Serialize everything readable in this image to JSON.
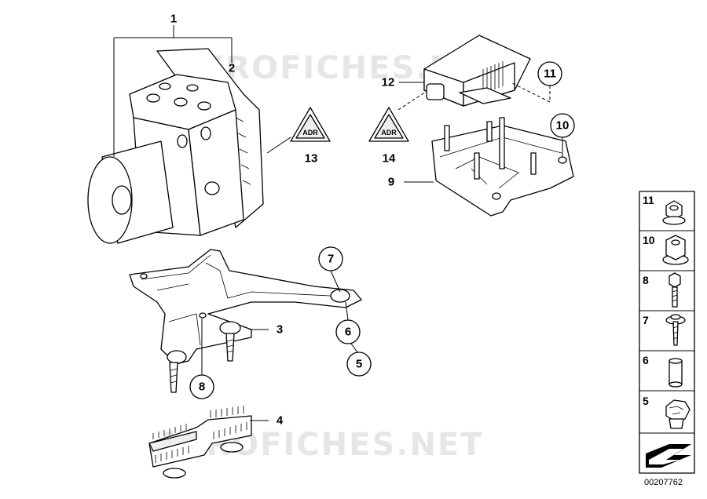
{
  "watermark": {
    "top": "AEROFICHES.NET",
    "bottom": "AEROFICHES.NET"
  },
  "document_number": "00207762",
  "callouts": {
    "c1": "1",
    "c2": "2",
    "c3": "3",
    "c4": "4",
    "c5": "5",
    "c6": "6",
    "c7": "7",
    "c8": "8",
    "c9": "9",
    "c10": "10",
    "c11": "11",
    "c12": "12",
    "c13": "13",
    "c14": "14"
  },
  "side_panel": [
    {
      "label": "11",
      "icon": "hex-nut-flange-icon"
    },
    {
      "label": "10",
      "icon": "hex-nut-icon"
    },
    {
      "label": "8",
      "icon": "hex-bolt-icon"
    },
    {
      "label": "7",
      "icon": "washer-screw-icon"
    },
    {
      "label": "6",
      "icon": "bushing-icon"
    },
    {
      "label": "5",
      "icon": "rubber-mount-icon"
    }
  ],
  "colors": {
    "line": "#000000",
    "fill": "#ffffff",
    "shade": "#eeeeee",
    "watermark": "#e6e6e6"
  }
}
